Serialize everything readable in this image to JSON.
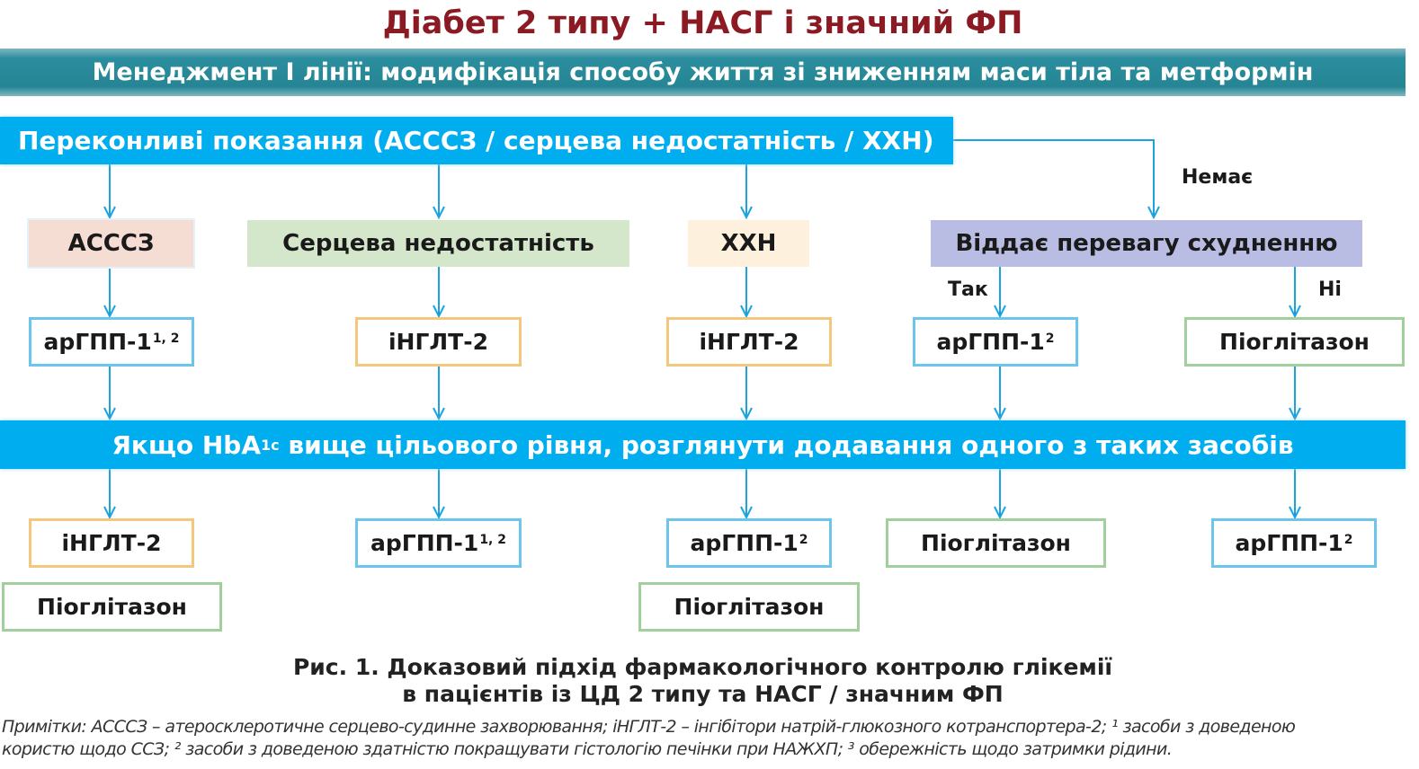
{
  "title": "Діабет 2 типу + НАСГ і значний ФП",
  "first_line": "Менеджмент I лінії: модифікація способу життя зі зниженням маси тіла та метформін",
  "indications": "Переконливі показання (АСССЗ / серцева недостатність / ХХН)",
  "none_label": "Немає",
  "categories": {
    "ascvd": "АСССЗ",
    "hf": "Серцева недостатність",
    "ckd": "ХХН",
    "weight": "Віддає перевагу схудненню"
  },
  "yes_label": "Так",
  "no_label": "Ні",
  "row1": [
    {
      "name": "арГПП-1",
      "sup": "1, 2"
    },
    {
      "name": "іНГЛТ-2",
      "sup": ""
    },
    {
      "name": "іНГЛТ-2",
      "sup": ""
    },
    {
      "name": "арГПП-1",
      "sup": "2"
    },
    {
      "name": "Піоглітазон",
      "sup": ""
    }
  ],
  "hba": {
    "pre": "Якщо HbA",
    "sub": "1c",
    "post": " вище цільового рівня, розглянути додавання одного з таких засобів"
  },
  "row2": [
    {
      "name": "іНГЛТ-2",
      "sup": ""
    },
    {
      "name": "арГПП-1",
      "sup": "1, 2"
    },
    {
      "name": "арГПП-1",
      "sup": "2"
    },
    {
      "name": "Піоглітазон",
      "sup": ""
    },
    {
      "name": "арГПП-1",
      "sup": "2"
    }
  ],
  "row3": [
    {
      "name": "Піоглітазон"
    },
    {
      "name": "Піоглітазон"
    }
  ],
  "caption": [
    "Рис. 1. Доказовий підхід фармакологічного контролю глікемії",
    "в пацієнтів із ЦД 2 типу та НАСГ / значним ФП"
  ],
  "notes": [
    "Примітки: АСССЗ – атеросклеротичне серцево-судинне захворювання; іНГЛТ-2 – інгібітори натрій-глюкозного котранспортера-2; ¹ засоби з доведеною",
    "користю щодо ССЗ; ² засоби з доведеною здатністю покращувати гістологію печінки при НАЖХП; ³ обережність щодо затримки рідини."
  ]
}
